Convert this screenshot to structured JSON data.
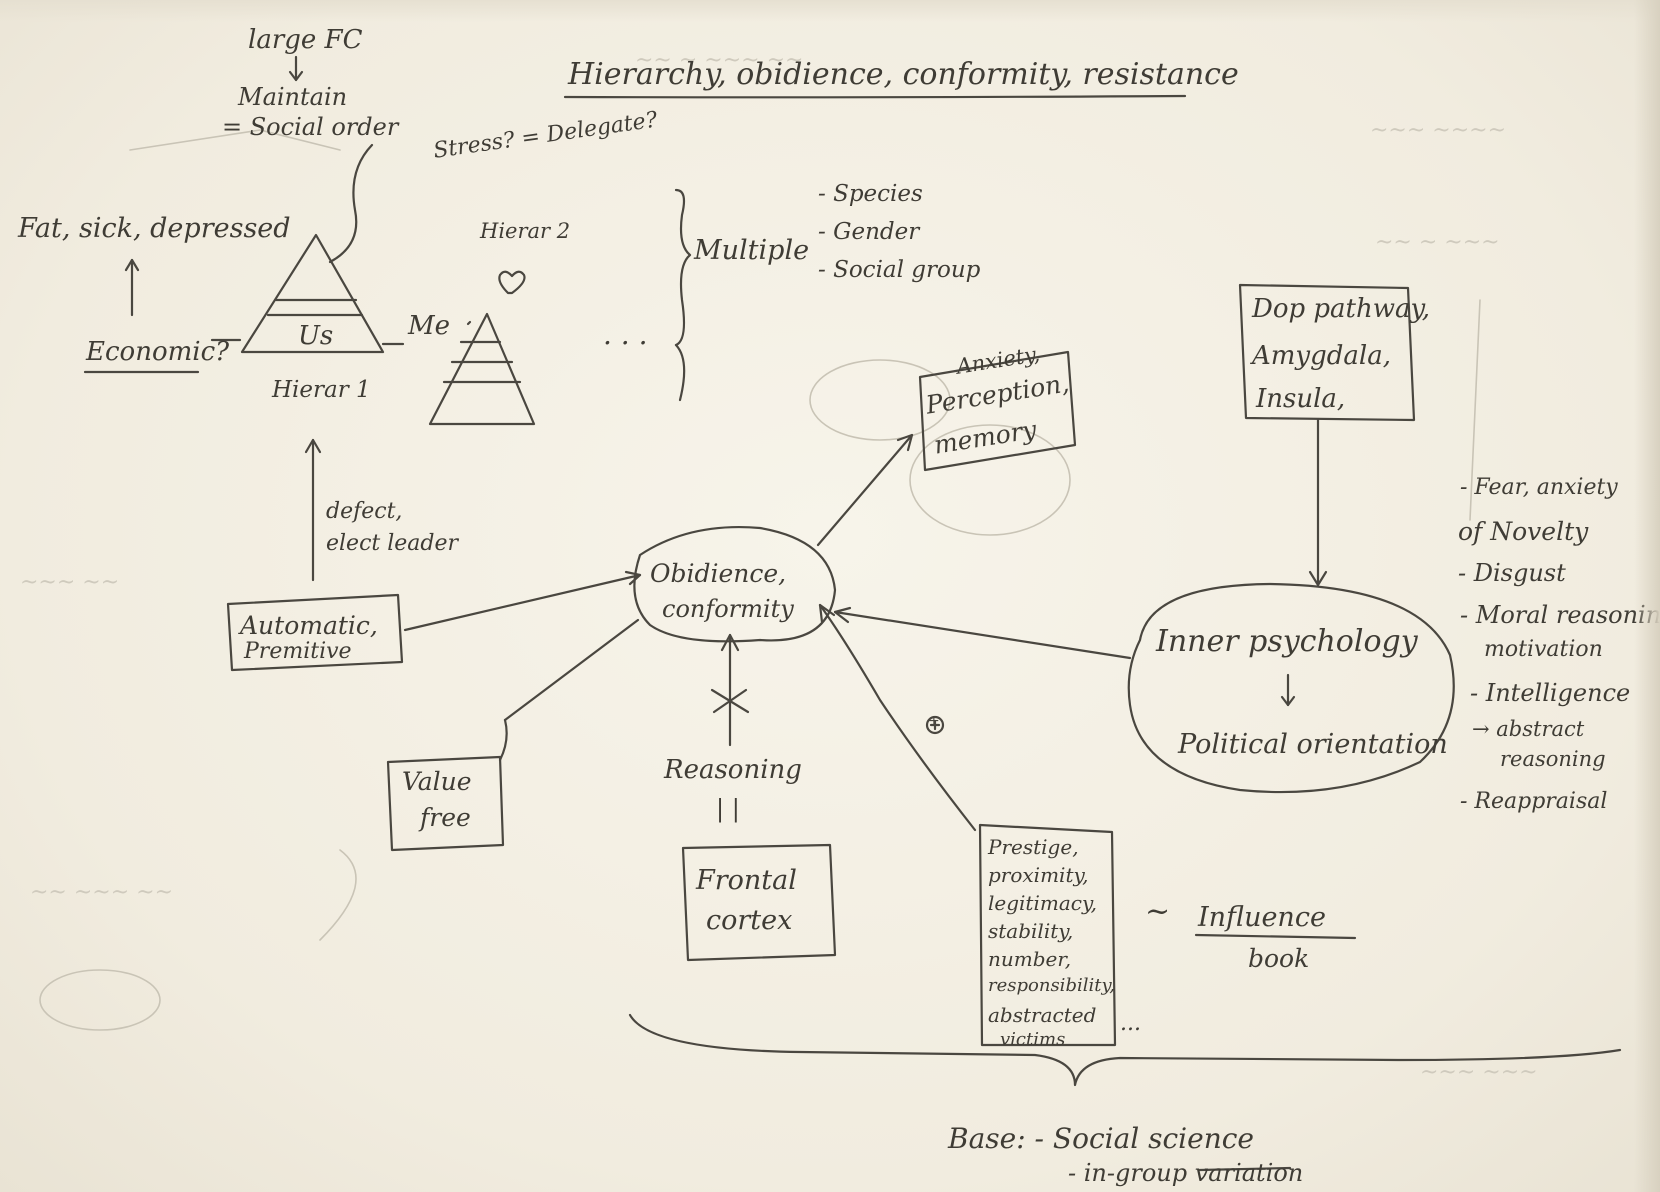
{
  "title": "Hierarchy, obidience, conformity, resistance",
  "pyramid": {
    "label_top": "large FC",
    "label_maintain": "Maintain",
    "label_social_order": "= Social order",
    "stress_delegate": "Stress? = Delegate?",
    "fat_sick": "Fat, sick, depressed",
    "economic": "Economic?",
    "us": "Us",
    "me": "Me",
    "hierar1": "Hierar 1",
    "hierar2": "Hierar 2",
    "ellipsis": ". . ."
  },
  "multiple": {
    "label": "Multiple",
    "items": [
      "- Species",
      "- Gender",
      "- Social group"
    ]
  },
  "anxiety_box": [
    "Anxiety,",
    "Perception,",
    "memory"
  ],
  "dop_box": [
    "Dop pathway,",
    "Amygdala,",
    "Insula,"
  ],
  "defect": [
    "defect,",
    "elect leader"
  ],
  "automatic": [
    "Automatic,",
    "Premitive"
  ],
  "value_free": [
    "Value",
    "free"
  ],
  "obidience": [
    "Obidience,",
    "conformity"
  ],
  "reasoning": "Reasoning",
  "equals": "| |",
  "frontal": [
    "Frontal",
    "cortex"
  ],
  "plus": "+",
  "prestige": [
    "Prestige,",
    "proximity,",
    "legitimacy,",
    "stability,",
    "number,",
    "responsibility,",
    "abstracted",
    "victims"
  ],
  "prestige_more": "...",
  "influence": [
    "~",
    "Influence",
    "book"
  ],
  "inner": [
    "Inner psychology",
    "↓",
    "Political orientation"
  ],
  "traits": [
    "- Fear, anxiety",
    "of Novelty",
    "- Disgust",
    "- Moral reasoning",
    "motivation",
    "- Intelligence",
    "→ abstract",
    "reasoning",
    "- Reappraisal"
  ],
  "base": [
    "Base: - Social science",
    "- in-group variation"
  ]
}
